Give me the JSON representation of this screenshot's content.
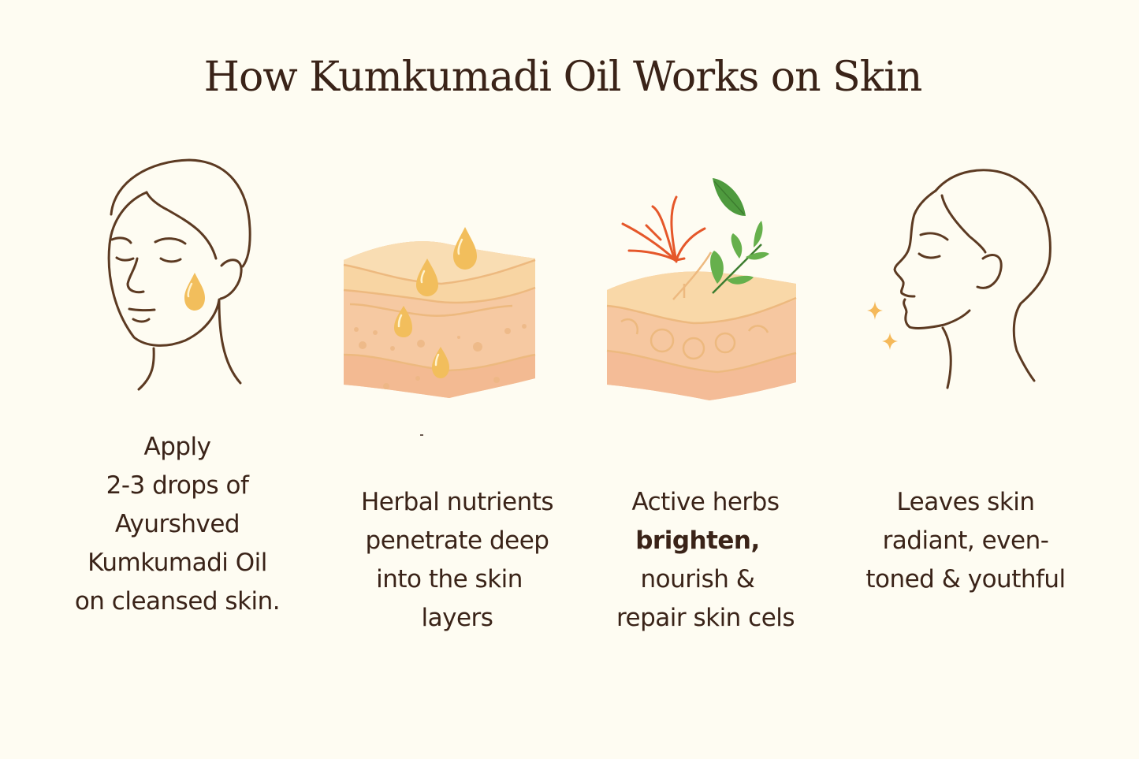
{
  "title": "How Kumkumadi Oil Works on Skin",
  "colors": {
    "background": "#FEFCF2",
    "text": "#3A2318",
    "line_art": "#5C3A22",
    "oil_drop": "#F2BE5C",
    "skin_top": "#F8D6A6",
    "skin_mid": "#F7CDA4",
    "skin_bottom": "#F3BC96",
    "saffron": "#E5572A",
    "leaf": "#5FA747",
    "sparkle": "#F5B95A"
  },
  "steps": [
    {
      "icon": "face-with-oil-drop-icon",
      "lines": [
        "Apply",
        "2-3 drops of",
        "Ayurshved",
        "Kumkumadi Oil",
        "on cleansed skin."
      ]
    },
    {
      "icon": "skin-layers-with-oil-drops-icon",
      "lines": [
        "Herbal nutrients",
        "penetrate deep",
        "into the skin",
        "layers"
      ]
    },
    {
      "icon": "skin-layers-with-herbs-icon",
      "lines": [
        "Active herbs",
        "brighten,",
        "nourish &",
        "repair skin cels"
      ],
      "bold_line_index": 1
    },
    {
      "icon": "radiant-face-profile-icon",
      "lines": [
        "Leaves skin",
        "radiant, even-",
        "toned & youthful"
      ]
    }
  ]
}
